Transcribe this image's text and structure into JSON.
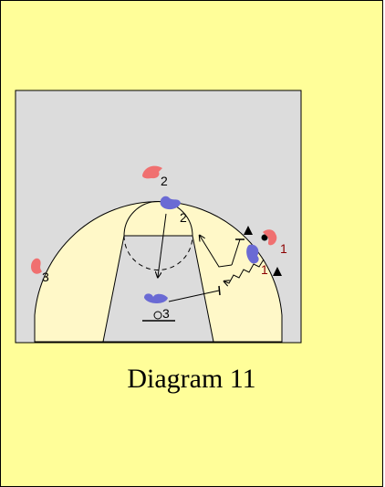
{
  "caption": "Diagram 11",
  "colors": {
    "page_background": "#fffe99",
    "court_background": "#dcdcdc",
    "court_fill": "#fff8c8",
    "court_line": "#000000",
    "offense_player": "#f07070",
    "defense_player": "#6a6ad4",
    "offense_number": "#8b0000",
    "defense_number": "#000000"
  },
  "players": {
    "offense_2": {
      "number": "2"
    },
    "offense_1": {
      "number": "1"
    },
    "offense_3": {
      "number": "3"
    },
    "defense_2": {
      "number": "2"
    },
    "defense_1": {
      "number": "1"
    },
    "defense_3": {
      "number": "3"
    }
  },
  "icons": [
    "offense-player-icon",
    "defense-player-icon",
    "ball-icon",
    "cone-icon",
    "basket-icon"
  ]
}
